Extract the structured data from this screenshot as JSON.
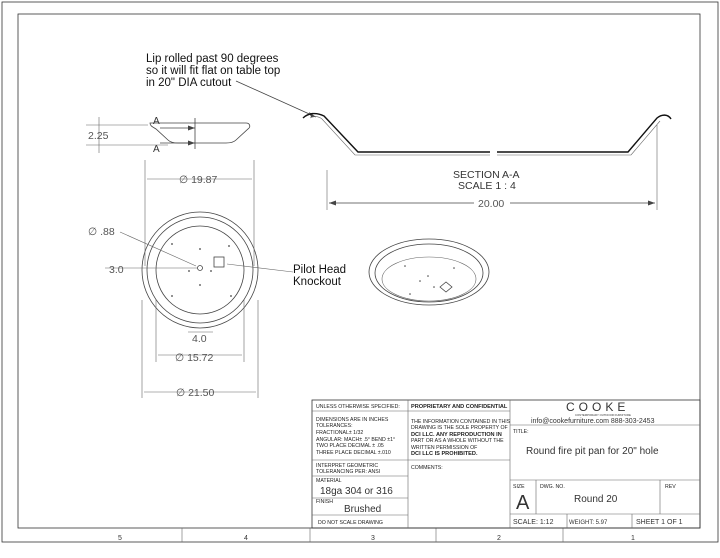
{
  "notes": {
    "lip_line1": "Lip rolled past 90 degrees",
    "lip_line2": "so it will fit flat on table top",
    "lip_line3": "in 20\" DIA cutout",
    "pilot_line1": "Pilot Head",
    "pilot_line2": "Knockout"
  },
  "section": {
    "title": "SECTION A-A",
    "scale": "SCALE 1 : 4",
    "width": "20.00"
  },
  "side_view": {
    "height": "2.25",
    "marker_top": "A",
    "marker_bottom": "A"
  },
  "top_view": {
    "dia_top": "∅ 19.87",
    "hole_dia": "∅ .88",
    "offset": "3.0",
    "spacing": "4.0",
    "dia_inner": "∅ 15.72",
    "dia_outer": "∅ 21.50"
  },
  "zones": [
    "5",
    "4",
    "3",
    "2",
    "1"
  ],
  "title_block": {
    "unless": "UNLESS OTHERWISE SPECIFIED:",
    "dims_line1": "DIMENSIONS ARE IN INCHES",
    "dims_line2": "TOLERANCES:",
    "dims_line3": "FRACTIONAL± 1/32",
    "dims_line4": "ANGULAR: MACH± .5° BEND ±1°",
    "dims_line5": "TWO PLACE DECIMAL    ± .05",
    "dims_line6": "THREE PLACE DECIMAL  ±.010",
    "interpret1": "INTERPRET GEOMETRIC",
    "interpret2": "TOLERANCING PER: ANSI",
    "material_label": "MATERIAL",
    "material": "18ga 304 or 316",
    "finish_label": "FINISH",
    "finish": "Brushed",
    "no_scale": "DO NOT SCALE DRAWING",
    "proprietary": "PROPRIETARY AND CONFIDENTIAL",
    "prop_line1": "THE INFORMATION CONTAINED IN THIS",
    "prop_line2": "DRAWING IS THE SOLE PROPERTY OF",
    "prop_line3": "DCI LLC.  ANY REPRODUCTION IN",
    "prop_line4": "PART OR AS A WHOLE WITHOUT THE",
    "prop_line5": "WRITTEN PERMISSION OF",
    "prop_line6": "DCI LLC IS PROHIBITED.",
    "comments": "COMMENTS:",
    "company": "COOKE",
    "company_sub": "CONTEMPORARY OUTDOOR FURNITURE",
    "contact": "info@cookefurniture.com  888-303-2453",
    "title_label": "TITLE:",
    "title": "Round fire pit pan for 20\" hole",
    "size_label": "SIZE",
    "size": "A",
    "dwg_label": "DWG.  NO.",
    "dwg_no": "Round 20",
    "rev_label": "REV",
    "scale": "SCALE: 1:12",
    "weight": "WEIGHT: 5.97",
    "sheet": "SHEET 1 OF 1"
  }
}
